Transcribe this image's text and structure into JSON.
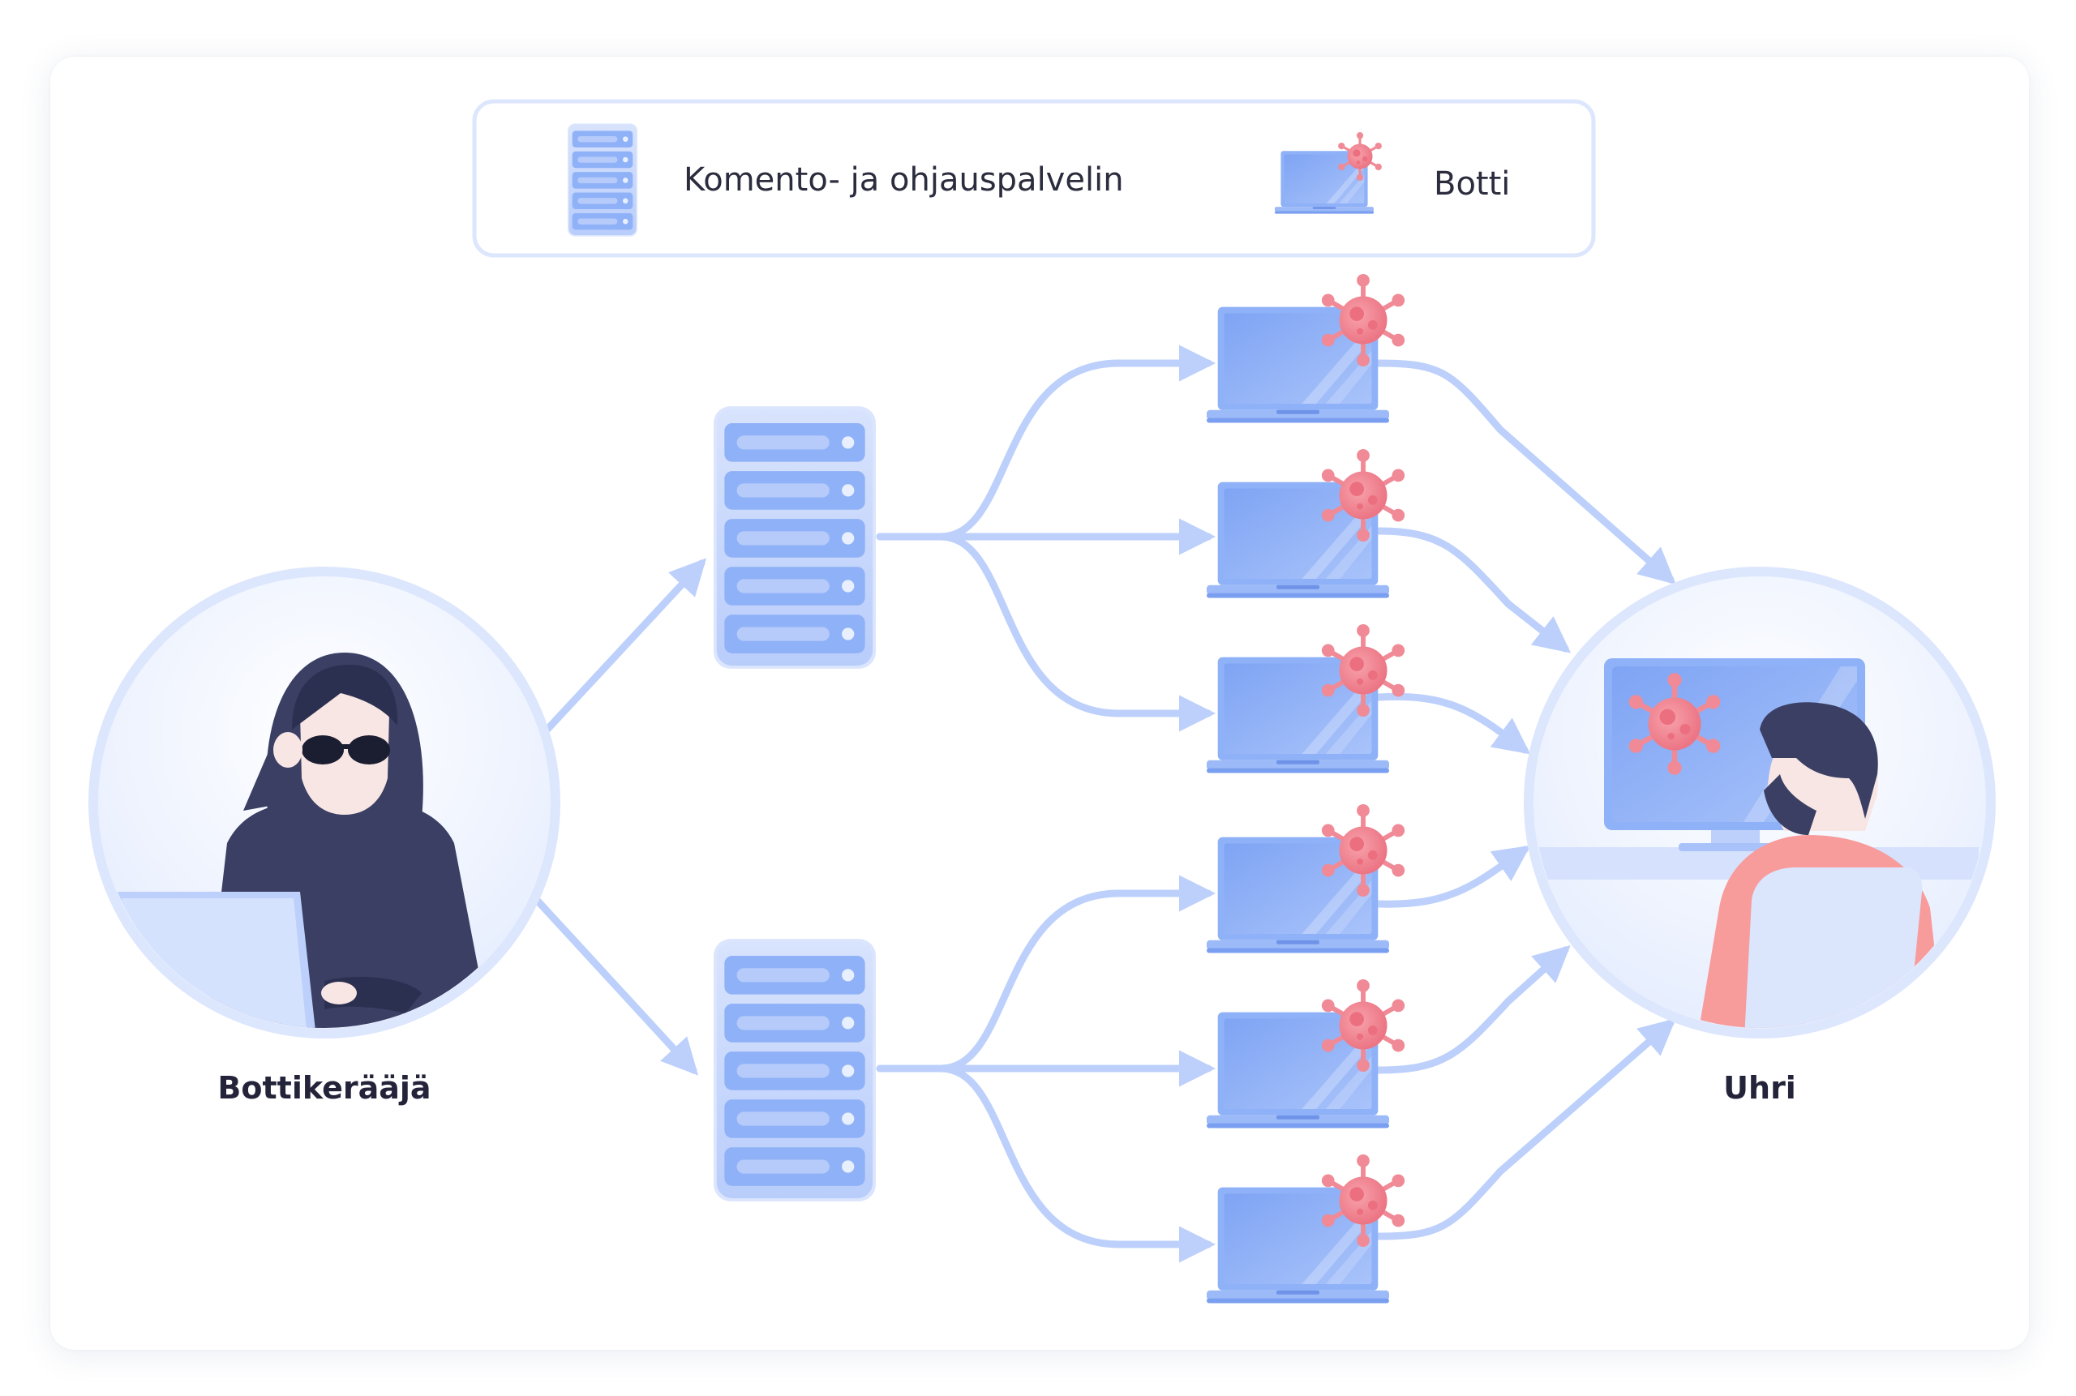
{
  "legend": {
    "server_label": "Komento- ja ohjauspalvelin",
    "bot_label": "Botti",
    "server_icon": "server-icon",
    "bot_icon": "infected-laptop-icon"
  },
  "nodes": {
    "botmaster": {
      "label": "Bottikerääjä",
      "icon": "hooded-hacker-icon"
    },
    "victim": {
      "label": "Uhri",
      "icon": "victim-at-computer-icon"
    },
    "servers": [
      {
        "id": "server-1",
        "icon": "server-icon"
      },
      {
        "id": "server-2",
        "icon": "server-icon"
      }
    ],
    "bots": [
      {
        "id": "bot-1",
        "server": "server-1",
        "icon": "infected-laptop-icon"
      },
      {
        "id": "bot-2",
        "server": "server-1",
        "icon": "infected-laptop-icon"
      },
      {
        "id": "bot-3",
        "server": "server-1",
        "icon": "infected-laptop-icon"
      },
      {
        "id": "bot-4",
        "server": "server-2",
        "icon": "infected-laptop-icon"
      },
      {
        "id": "bot-5",
        "server": "server-2",
        "icon": "infected-laptop-icon"
      },
      {
        "id": "bot-6",
        "server": "server-2",
        "icon": "infected-laptop-icon"
      }
    ]
  },
  "colors": {
    "arrow": "#bcd0fb",
    "laptop": "#8fb1f7",
    "server": "#bcd0fb",
    "virus": "#f08a96",
    "hacker": "#3a3f63",
    "circle_border": "#dce6fd"
  }
}
